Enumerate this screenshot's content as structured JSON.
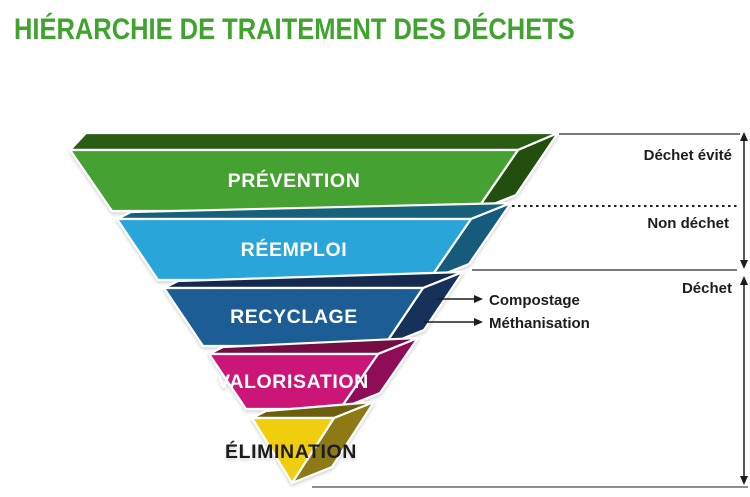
{
  "title": {
    "text": "HIÉRARCHIE DE TRAITEMENT DES DÉCHETS",
    "color": "#3fa32e"
  },
  "pyramid": {
    "levels": [
      {
        "label": "PRÉVENTION",
        "front": "#45a230",
        "top": "#2b5c17",
        "side": "#235010",
        "text_color": "#ffffff"
      },
      {
        "label": "RÉEMPLOI",
        "front": "#2aa5da",
        "top": "#186079",
        "side": "#135a7c",
        "text_color": "#ffffff"
      },
      {
        "label": "RECYCLAGE",
        "front": "#1c5d96",
        "top": "#122c50",
        "side": "#12315a",
        "text_color": "#ffffff"
      },
      {
        "label": "VALORISATION",
        "front": "#cb1278",
        "top": "#750b45",
        "side": "#8e0e56",
        "text_color": "#ffffff"
      },
      {
        "label": "ÉLIMINATION",
        "front": "#f0ce0e",
        "top": "#6d5d0d",
        "side": "#8d7a16",
        "text_color": "#1d1d1b"
      }
    ]
  },
  "annotations": {
    "dechet_evite": "Déchet évité",
    "non_dechet": "Non déchet",
    "dechet": "Déchet",
    "compostage": "Compostage",
    "methanisation": "Méthanisation"
  }
}
